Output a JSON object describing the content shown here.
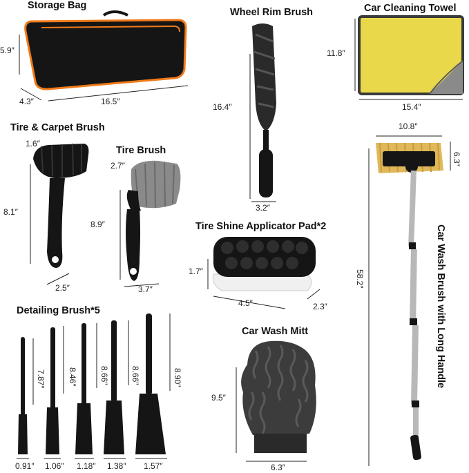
{
  "titles": {
    "storage_bag": "Storage Bag",
    "wheel_rim_brush": "Wheel Rim Brush",
    "car_cleaning_towel": "Car Cleaning Towel",
    "tire_carpet_brush": "Tire & Carpet Brush",
    "tire_brush": "Tire Brush",
    "tire_shine_pad": "Tire Shine Applicator Pad*2",
    "detailing_brush": "Detailing Brush*5",
    "car_wash_mitt": "Car Wash Mitt",
    "long_handle_brush": "Car Wash Brush with Long Handle"
  },
  "dims": {
    "bag_height": "5.9″",
    "bag_depth": "4.3″",
    "bag_length": "16.5″",
    "rim_length": "16.4″",
    "rim_width": "3.2″",
    "towel_height": "11.8″",
    "towel_width": "15.4″",
    "carpet_top": "1.6″",
    "carpet_length": "8.1″",
    "carpet_width": "2.5″",
    "tire_top": "2.7″",
    "tire_length": "8.9″",
    "tire_width": "3.7″",
    "long_head_width": "10.8″",
    "long_head_height": "6.3″",
    "long_total": "58.2″",
    "pad_height": "1.7″",
    "pad_length": "4.5″",
    "pad_depth": "2.3″",
    "det_h1": "7.87″",
    "det_h2": "8.46″",
    "det_h3": "8.66″",
    "det_h4": "8.66″",
    "det_h5": "8.90″",
    "det_w1": "0.91″",
    "det_w2": "1.06″",
    "det_w3": "1.18″",
    "det_w4": "1.38″",
    "det_w5": "1.57″",
    "mitt_height": "9.5″",
    "mitt_width": "6.3″"
  },
  "colors": {
    "black": "#151515",
    "orange": "#f07a1a",
    "yellow": "#e8d84a",
    "grey": "#8a8a8a",
    "silver": "#b8b8b8"
  }
}
